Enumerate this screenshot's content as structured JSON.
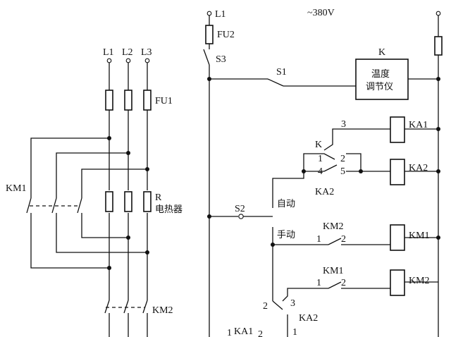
{
  "supply": "~380V",
  "left_circuit": {
    "phases": [
      "L1",
      "L2",
      "L3"
    ],
    "fuse_label": "FU1",
    "heater_label": [
      "R",
      "电热器"
    ],
    "contactor_km1": "KM1",
    "contactor_km2": "KM2"
  },
  "control_circuit": {
    "phase_l1": "L1",
    "fuse_fu2": "FU2",
    "switch_s3": "S3",
    "switch_s1": "S1",
    "regulator_tag": "K",
    "regulator_text": [
      "温度",
      "调节仪"
    ],
    "relay_ka1": "KA1",
    "relay_ka2": "KA2",
    "coil_km1": "KM1",
    "coil_km2": "KM2",
    "k_contact": {
      "label": "K",
      "pins": [
        "1",
        "2",
        "3",
        "4",
        "5"
      ]
    },
    "ka2_contact": "KA2",
    "selector": {
      "label": "S2",
      "auto": "自动",
      "manual": "手动"
    },
    "km2_interlock": {
      "label": "KM2",
      "pins": [
        "1",
        "2"
      ]
    },
    "km1_interlock": {
      "label": "KM1",
      "pins": [
        "1",
        "2"
      ]
    },
    "ka2_lower": {
      "label": "KA2",
      "pins": [
        "2",
        "3",
        "1"
      ]
    },
    "ka1_lower": {
      "label": "KA1",
      "pins": [
        "1",
        "2"
      ]
    }
  }
}
